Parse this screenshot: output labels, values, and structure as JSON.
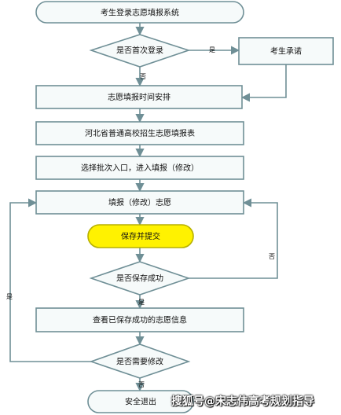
{
  "colors": {
    "stroke": "#6f8f96",
    "box_fill": "#f6fafa",
    "highlight_fill": "#fff200",
    "highlight_stroke": "#b7b000",
    "arrow": "#6f8f96"
  },
  "nodes": {
    "start": "考生登录志愿填报系统",
    "first_login": "是否首次登录",
    "commitment": "考生承诺",
    "schedule": "志愿填报时间安排",
    "form": "河北省普通高校招生志愿填报表",
    "batch": "选择批次入口，进入填报（修改）",
    "fill": "填报（修改）志愿",
    "save_submit": "保存并提交",
    "save_ok": "是否保存成功",
    "view_saved": "查看已保存成功的志愿信息",
    "need_modify": "是否需要修改",
    "exit": "安全退出"
  },
  "edges": {
    "first_login_yes": "是",
    "first_login_no": "否",
    "save_ok_no": "否",
    "save_ok_yes": "是",
    "need_modify_yes": "是",
    "need_modify_no": "否"
  },
  "watermark": "搜狐号@宋志伟高考规划指导"
}
